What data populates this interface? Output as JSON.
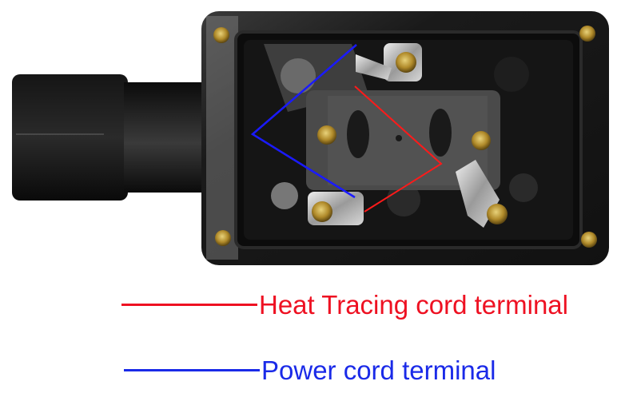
{
  "photo": {
    "subject": "junction box interior with terminals",
    "annotations": {
      "power_color": "#1a1aff",
      "heat_color": "#ff1a1a"
    }
  },
  "legend": [
    {
      "label": "Heat Tracing cord terminal",
      "color": "#ee1122"
    },
    {
      "label": "Power cord terminal",
      "color": "#1a2ae8"
    }
  ]
}
